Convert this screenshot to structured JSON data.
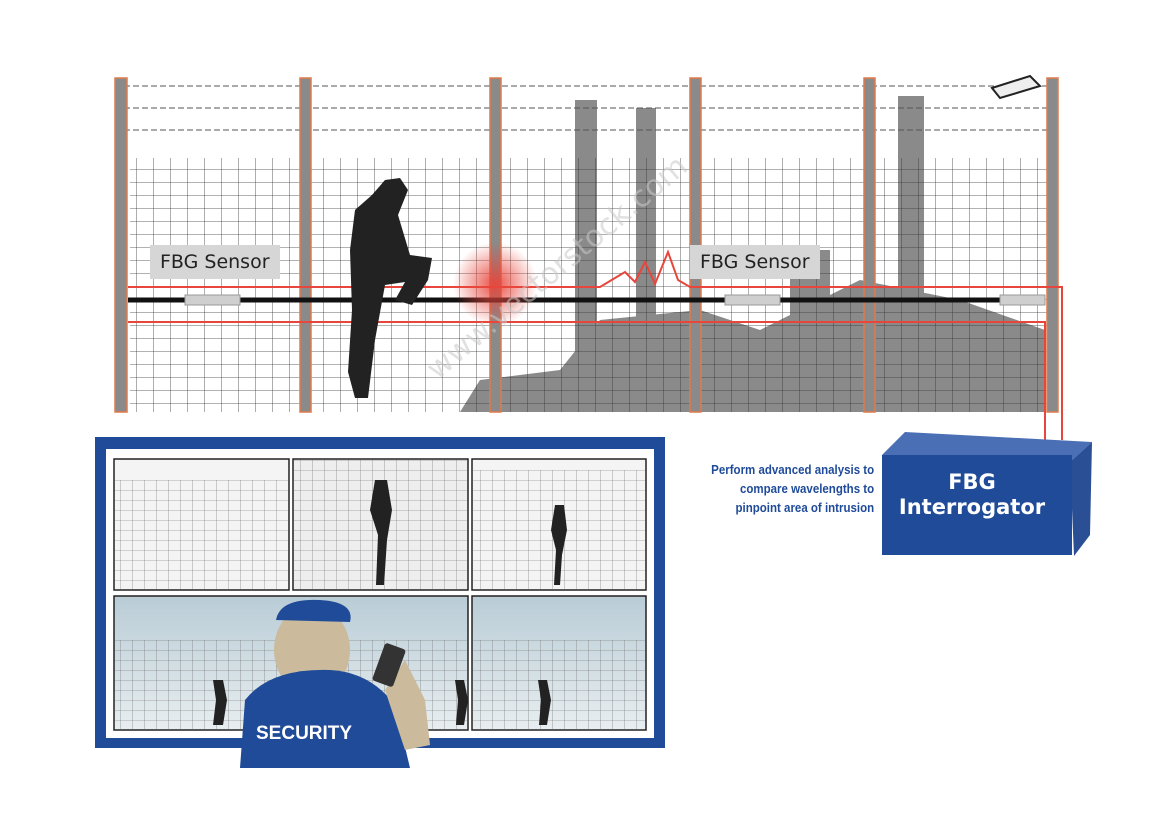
{
  "sensor_labels": [
    "FBG Sensor",
    "FBG Sensor"
  ],
  "interrogator": {
    "line1": "FBG",
    "line2": "Interrogator"
  },
  "analysis_note": [
    "Perform advanced analysis to",
    "compare wavelengths to",
    "pinpoint area of intrusion"
  ],
  "guard_badge": "SECURITY",
  "watermark": "www.vectorstock.com",
  "colors": {
    "signal": "#e8463c",
    "brand_blue": "#1f4b99",
    "post_outline": "#e07a4a"
  }
}
